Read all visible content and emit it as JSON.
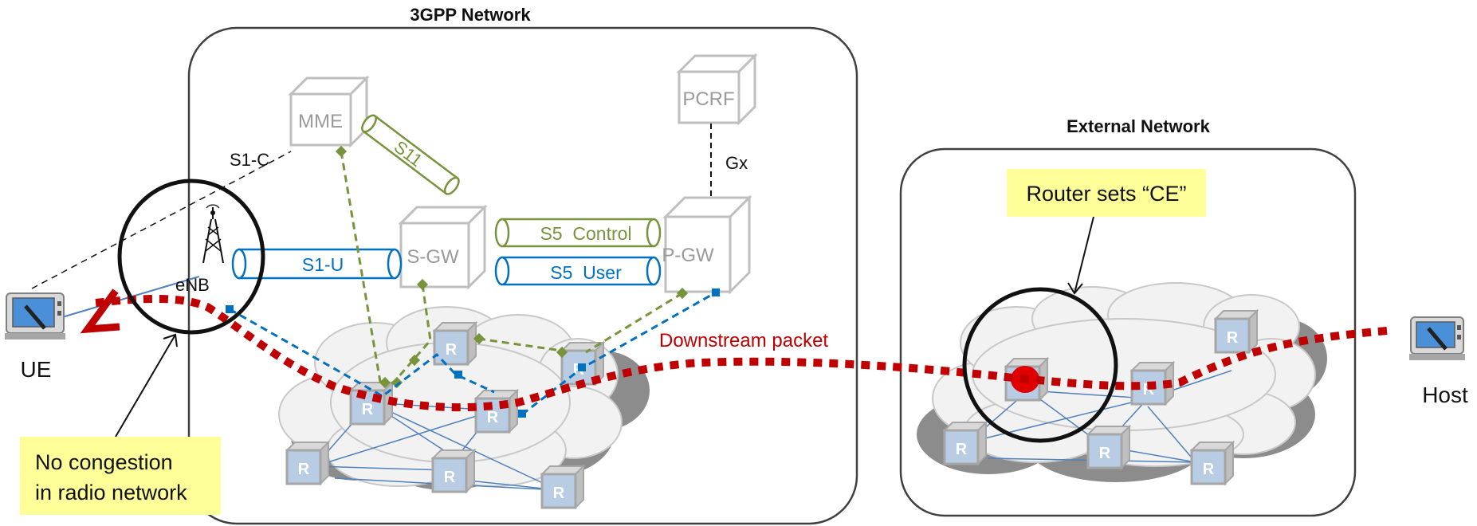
{
  "titles": {
    "network_3gpp": "3GPP Network",
    "network_external": "External Network"
  },
  "nodes": {
    "mme": "MME",
    "pcrf": "PCRF",
    "sgw": "S-GW",
    "pgw": "P-GW",
    "enb": "eNB",
    "ue": "UE",
    "host": "Host"
  },
  "interfaces": {
    "s1c": "S1-C",
    "s11": "S11",
    "gx": "Gx",
    "s1u": "S1-U",
    "s5_control": "S5  Control",
    "s5_user": "S5  User"
  },
  "router_label": "R",
  "packet_label": "Downstream packet",
  "callouts": {
    "ce": "Router sets “CE”",
    "radio_line1": "No congestion",
    "radio_line2": "in radio network"
  },
  "colors": {
    "green": "#77933c",
    "blue": "#0070c0",
    "red": "#c00000",
    "note_fill": "#ffff99",
    "router_fill": "#b8cce4",
    "gray": "#bfbfbf"
  }
}
